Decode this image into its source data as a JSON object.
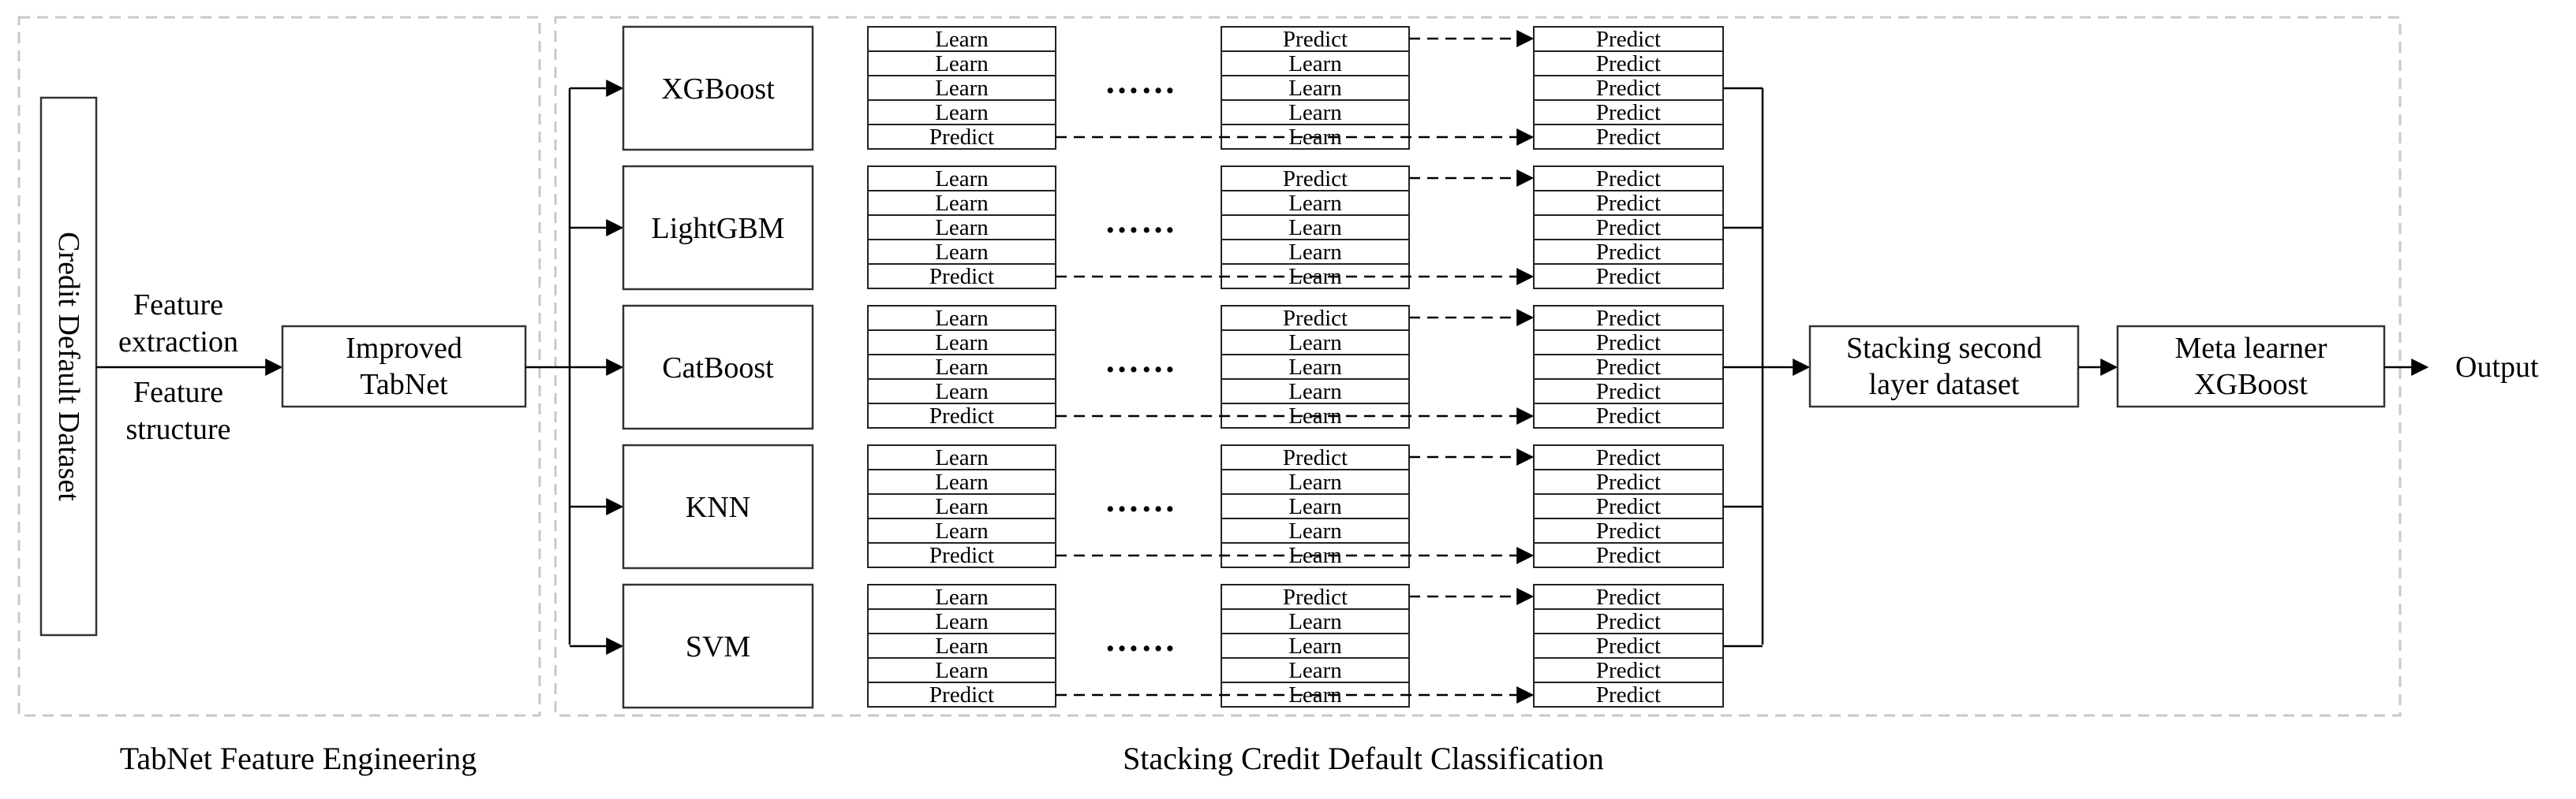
{
  "panels": {
    "left_caption": "TabNet Feature Engineering",
    "right_caption": "Stacking Credit Default Classification"
  },
  "dataset_label": "Credit Default Dataset",
  "feature_labels": {
    "line1": "Feature",
    "line2": "extraction",
    "line3": "Feature",
    "line4": "structure"
  },
  "tabnet": {
    "line1": "Improved",
    "line2": "TabNet"
  },
  "base_models": [
    "XGBoost",
    "LightGBM",
    "CatBoost",
    "KNN",
    "SVM"
  ],
  "fold_table_first": [
    "Learn",
    "Learn",
    "Learn",
    "Learn",
    "Predict"
  ],
  "fold_table_last": [
    "Predict",
    "Learn",
    "Learn",
    "Learn",
    "Learn"
  ],
  "prediction_table": [
    "Predict",
    "Predict",
    "Predict",
    "Predict",
    "Predict"
  ],
  "ellipsis": "……",
  "stacking_dataset": {
    "line1": "Stacking second",
    "line2": "layer dataset"
  },
  "meta_learner": {
    "line1": "Meta learner",
    "line2": "XGBoost"
  },
  "output_label": "Output"
}
